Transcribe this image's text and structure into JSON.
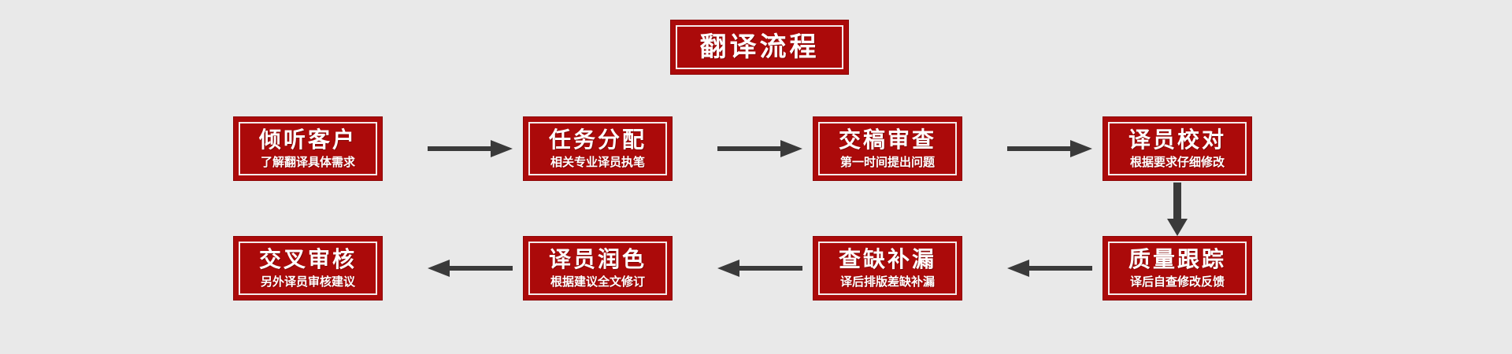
{
  "diagram": {
    "title": "翻译流程",
    "background_color": "#e9e9e9",
    "box_color": "#ab0a0a",
    "box_border_color": "#8e0606",
    "text_color": "#ffffff",
    "arrow_color": "#3a3a3a",
    "steps": [
      {
        "id": 1,
        "title": "倾听客户",
        "subtitle": "了解翻译具体需求"
      },
      {
        "id": 2,
        "title": "任务分配",
        "subtitle": "相关专业译员执笔"
      },
      {
        "id": 3,
        "title": "交稿审查",
        "subtitle": "第一时间提出问题"
      },
      {
        "id": 4,
        "title": "译员校对",
        "subtitle": "根据要求仔细修改"
      },
      {
        "id": 5,
        "title": "质量跟踪",
        "subtitle": "译后自查修改反馈"
      },
      {
        "id": 6,
        "title": "查缺补漏",
        "subtitle": "译后排版差缺补漏"
      },
      {
        "id": 7,
        "title": "译员润色",
        "subtitle": "根据建议全文修订"
      },
      {
        "id": 8,
        "title": "交叉审核",
        "subtitle": "另外译员审核建议"
      }
    ],
    "connectors": [
      {
        "id": "c1",
        "from": 1,
        "to": 2,
        "direction": "right"
      },
      {
        "id": "c2",
        "from": 2,
        "to": 3,
        "direction": "right"
      },
      {
        "id": "c3",
        "from": 3,
        "to": 4,
        "direction": "right"
      },
      {
        "id": "c4",
        "from": 4,
        "to": 5,
        "direction": "down"
      },
      {
        "id": "c5",
        "from": 5,
        "to": 6,
        "direction": "left"
      },
      {
        "id": "c6",
        "from": 6,
        "to": 7,
        "direction": "left"
      },
      {
        "id": "c7",
        "from": 7,
        "to": 8,
        "direction": "left"
      }
    ]
  }
}
